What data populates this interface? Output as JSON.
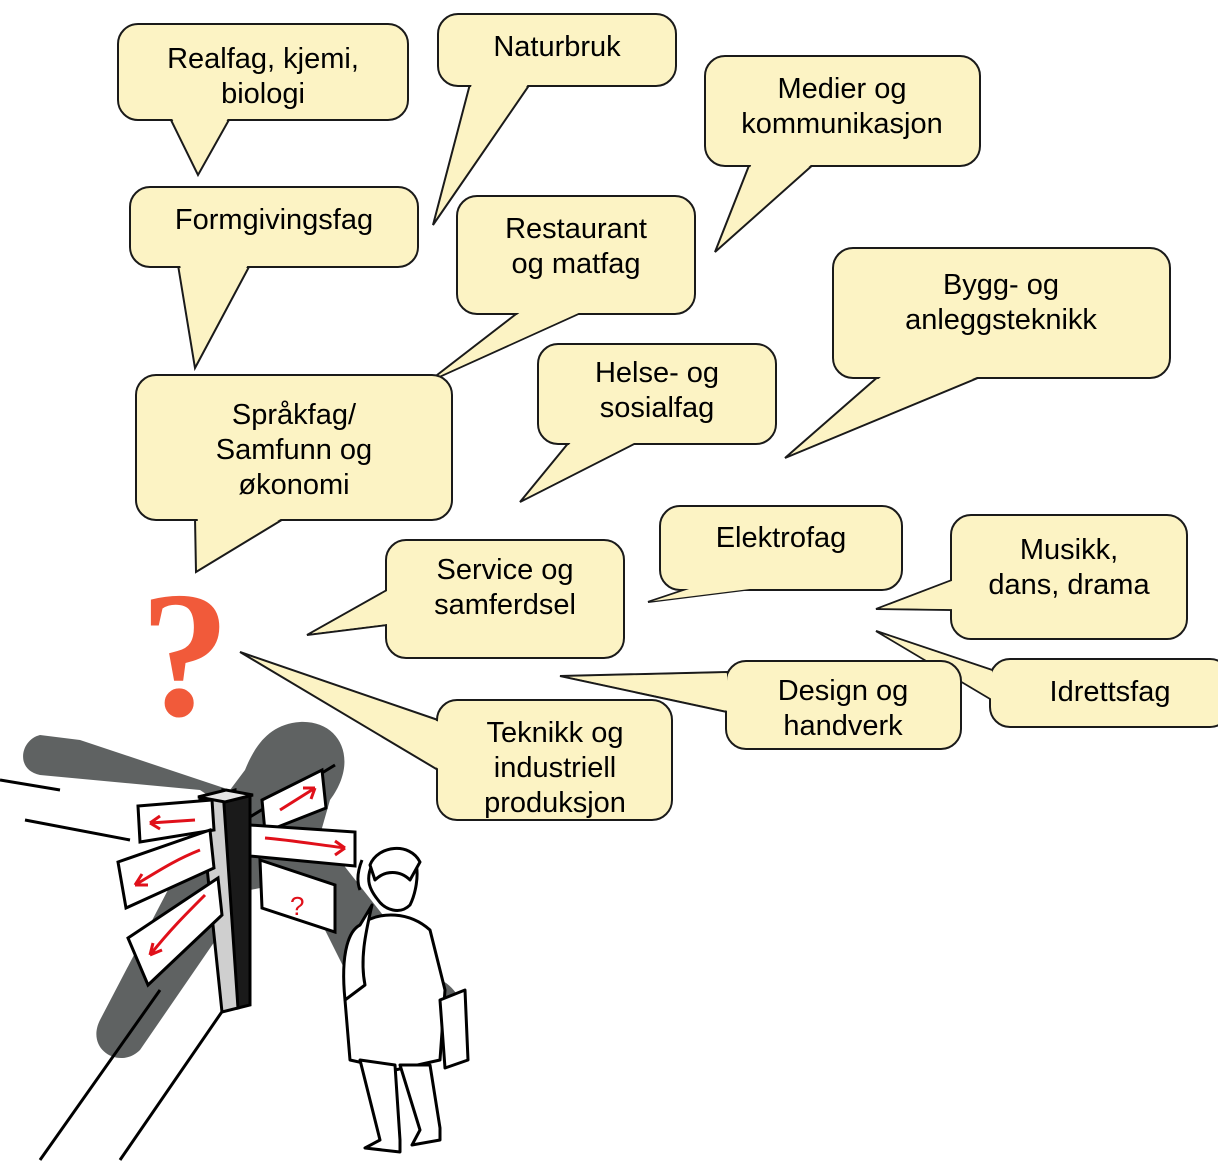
{
  "colors": {
    "bubble_fill": "#fcf3c4",
    "bubble_stroke": "#1a1a1a",
    "question_mark": "#f15a3a",
    "shadow": "#565a5a",
    "arrow_red": "#e0101a"
  },
  "question_mark": "?",
  "signpost_question": "?",
  "bubbles": [
    {
      "id": "realfag",
      "lines": [
        "Realfag, kjemi,",
        "biologi"
      ]
    },
    {
      "id": "naturbruk",
      "lines": [
        "Naturbruk"
      ]
    },
    {
      "id": "medier",
      "lines": [
        "Medier og",
        "kommunikasjon"
      ]
    },
    {
      "id": "formgiving",
      "lines": [
        "Formgivingsfag"
      ]
    },
    {
      "id": "restaurant",
      "lines": [
        "Restaurant",
        "og matfag"
      ]
    },
    {
      "id": "bygg",
      "lines": [
        "Bygg- og",
        "anleggsteknikk"
      ]
    },
    {
      "id": "helse",
      "lines": [
        "Helse- og",
        "sosialfag"
      ]
    },
    {
      "id": "sprakfag",
      "lines": [
        "Språkfag/",
        "Samfunn og",
        "økonomi"
      ]
    },
    {
      "id": "elektro",
      "lines": [
        "Elektrofag"
      ]
    },
    {
      "id": "musikk",
      "lines": [
        "Musikk,",
        "dans, drama"
      ]
    },
    {
      "id": "service",
      "lines": [
        "Service og",
        "samferdsel"
      ]
    },
    {
      "id": "idrett",
      "lines": [
        "Idrettsfag"
      ]
    },
    {
      "id": "design",
      "lines": [
        "Design og",
        "handverk"
      ]
    },
    {
      "id": "teknikk",
      "lines": [
        "Teknikk og",
        "industriell",
        "produksjon"
      ]
    }
  ]
}
